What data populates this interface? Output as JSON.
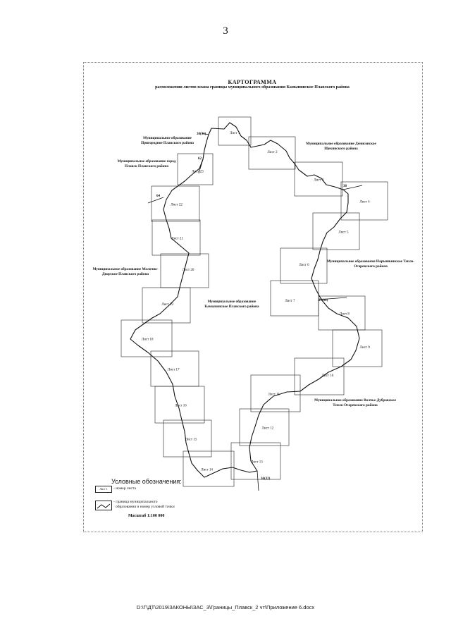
{
  "page_number": "3",
  "title": "КАРТОГРАММА",
  "subtitle": "расположения листов плана границы муниципального образования Камынинское Плавского района",
  "sheets": [
    {
      "id": "sheet-1",
      "label": "Лист 1"
    },
    {
      "id": "sheet-2",
      "label": "Лист 2"
    },
    {
      "id": "sheet-3",
      "label": "Лист 3"
    },
    {
      "id": "sheet-4",
      "label": "Лист 4"
    },
    {
      "id": "sheet-5",
      "label": "Лист 5"
    },
    {
      "id": "sheet-6",
      "label": "Лист 6"
    },
    {
      "id": "sheet-7",
      "label": "Лист 7"
    },
    {
      "id": "sheet-8",
      "label": "Лист 8"
    },
    {
      "id": "sheet-9",
      "label": "Лист 9"
    },
    {
      "id": "sheet-10",
      "label": "Лист 10"
    },
    {
      "id": "sheet-11",
      "label": "Лист 11"
    },
    {
      "id": "sheet-12",
      "label": "Лист 12"
    },
    {
      "id": "sheet-13",
      "label": "Лист 13"
    },
    {
      "id": "sheet-14",
      "label": "Лист 14"
    },
    {
      "id": "sheet-15",
      "label": "Лист 15"
    },
    {
      "id": "sheet-16",
      "label": "Лист 16"
    },
    {
      "id": "sheet-17",
      "label": "Лист 17"
    },
    {
      "id": "sheet-18",
      "label": "Лист 18"
    },
    {
      "id": "sheet-19",
      "label": "Лист 19"
    },
    {
      "id": "sheet-20",
      "label": "Лист 20"
    },
    {
      "id": "sheet-21",
      "label": "Лист 21"
    },
    {
      "id": "sheet-22",
      "label": "Лист 22"
    },
    {
      "id": "sheet-23",
      "label": "Лист 23"
    }
  ],
  "nodes": [
    "30(33)",
    "62",
    "64",
    "38",
    "27(00)",
    "36(32)"
  ],
  "municipalities": {
    "prigorodnoe": "Муниципальное образование Пригородное Плавского района",
    "gorod_plavsk": "Муниципальное образование город Плавск Плавского района",
    "molochno": "Муниципальное образование Молочно-Дворское Плавского района",
    "kamyninskoe": "Муниципальное образование Камынинское Плавского района",
    "denisovskoe": "Муниципальное образование Денисовское Щекинского района",
    "naryshkinskoe": "Муниципальное образование Нарышкинское Тепло-Огаревского района",
    "volovo": "Муниципальное образование Волчье-Дубравское Тепло-Огаревского района"
  },
  "legend": {
    "title": "Условные обозначения:",
    "sheet_sample": "Лист 1",
    "sheet_desc": "- номер листа",
    "border_desc_1": "- граница муниципального",
    "border_desc_2": "образования и номер узловой точки",
    "scale": "Масштаб 1:100 000"
  },
  "footer_path": "D:\\Г\\ДТ\\2019\\ЗАКОНЫ\\ЗАС_3\\Границы_Плавск_2 чт\\Приложение 6.docx"
}
